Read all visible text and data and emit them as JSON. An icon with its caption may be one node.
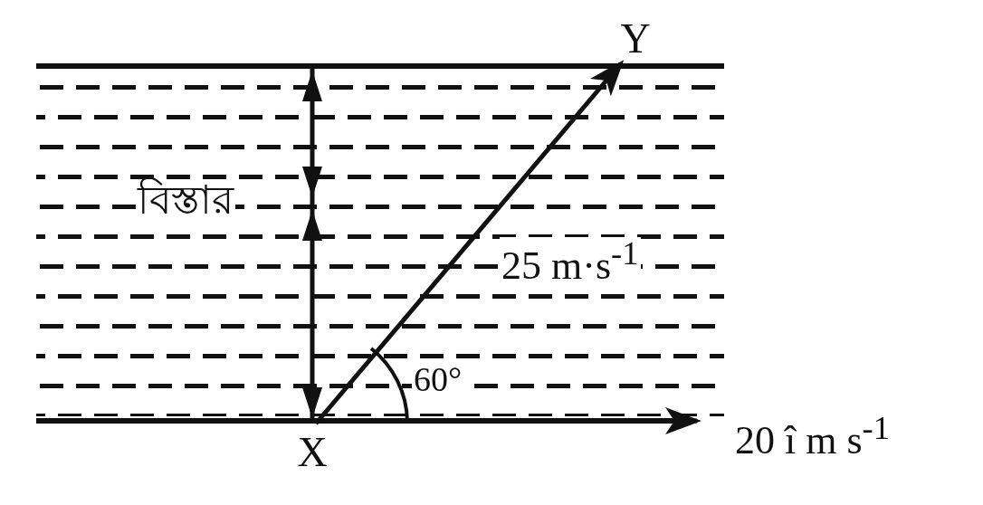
{
  "diagram": {
    "nodes": [
      {
        "text": [
          "X"
        ]
      },
      {
        "text": [
          "Y"
        ]
      }
    ],
    "edges": [
      {
        "from": 0,
        "to": 1,
        "arrow": "to",
        "label": "25 m·s$^{-1}$"
      }
    ],
    "labels": [
      "বিস্তার",
      "60°",
      "20 î m s$^{-1}$"
    ]
  }
}
